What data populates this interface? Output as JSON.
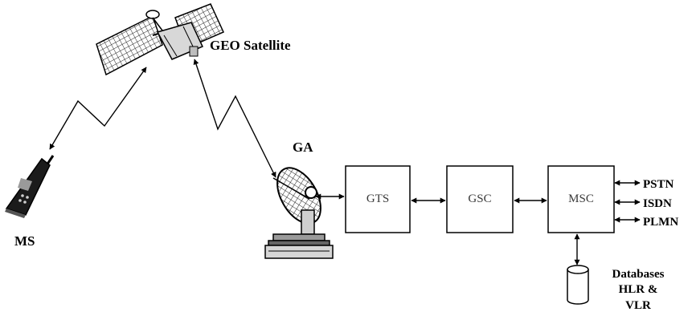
{
  "labels": {
    "satellite": "GEO Satellite",
    "gateway": "GA",
    "mobile": "MS",
    "databases_line1": "Databases",
    "databases_line2": "HLR &",
    "databases_line3": "VLR"
  },
  "blocks": {
    "gts": "GTS",
    "gsc": "GSC",
    "msc": "MSC"
  },
  "networks": [
    "PSTN",
    "ISDN",
    "PLMN"
  ]
}
